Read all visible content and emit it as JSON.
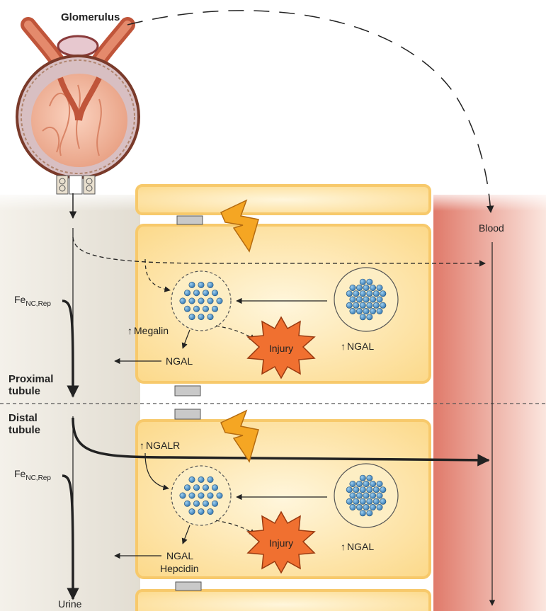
{
  "labels": {
    "glomerulus": "Glomerulus",
    "blood": "Blood",
    "proximal_tubule_line1": "Proximal",
    "proximal_tubule_line2": "tubule",
    "distal_tubule_line1": "Distal",
    "distal_tubule_line2": "tubule",
    "urine": "Urine",
    "fe_base": "Fe",
    "fe_subscript": "NC,Rep",
    "injury": "Injury",
    "ngal": "NGAL",
    "megalin": "Megalin",
    "ngalr": "NGALR",
    "hepcidin": "Hepcidin",
    "up_arrow": "↑"
  },
  "colors": {
    "tubule_lumen": "#ece8df",
    "cell_fill": "#fde6a8",
    "cell_border": "#f7c96b",
    "cell_glow": "#fff8e0",
    "blood_band": "#e8897a",
    "particle": "#4a90c8",
    "injury_star": "#f07030",
    "lightning": "#f5a623"
  }
}
